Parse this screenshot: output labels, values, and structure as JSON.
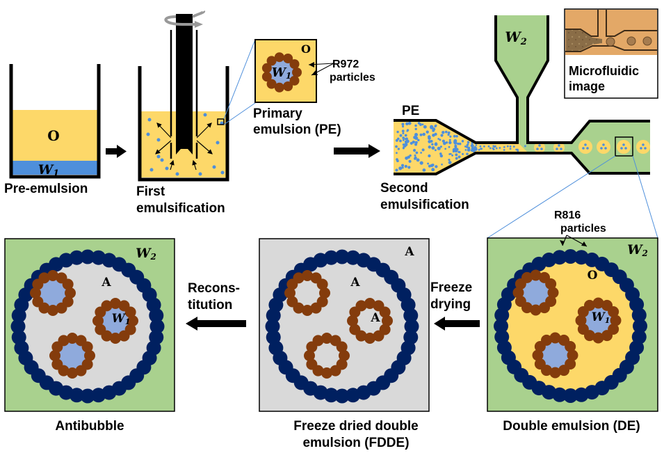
{
  "colors": {
    "oil": "#FDD869",
    "water1": "#4E8FDB",
    "water1_light": "#8FAADC",
    "water2": "#A9D18E",
    "air": "#D9D9D9",
    "r972": "#843C0C",
    "r816": "#002060",
    "zoom_line": "#4E8FDB",
    "outline": "#000000"
  },
  "stages": {
    "pre_emulsion": {
      "label": "Pre-emulsion",
      "oil_symbol": "O",
      "water_symbol": "W",
      "water_sub": "1"
    },
    "first_emulsification": {
      "label_line1": "First",
      "label_line2": "emulsification"
    },
    "primary_emulsion": {
      "label_line1": "Primary",
      "label_line2": "emulsion (PE)",
      "oil_symbol": "O",
      "water_symbol": "W",
      "water_sub": "1",
      "particles_line1": "R972",
      "particles_line2": "particles"
    },
    "second_emulsification": {
      "label_line1": "Second",
      "label_line2": "emulsification",
      "inlet_label": "PE",
      "w2_symbol": "W",
      "w2_sub": "2"
    },
    "microfluidic": {
      "label_line1": "Microfluidic",
      "label_line2": "image"
    },
    "double_emulsion": {
      "label": "Double emulsion (DE)",
      "particles_line1": "R816",
      "particles_line2": "particles",
      "outer_symbol": "W",
      "outer_sub": "2",
      "oil_symbol": "O",
      "water_symbol": "W",
      "water_sub": "1"
    },
    "freeze_drying": {
      "label_line1": "Freeze",
      "label_line2": "drying"
    },
    "fdde": {
      "label_line1": "Freeze dried double",
      "label_line2": "emulsion (FDDE)",
      "outer_symbol": "A",
      "inner_symbol": "A",
      "core_symbol": "A"
    },
    "reconstitution": {
      "label_line1": "Recons-",
      "label_line2": "titution"
    },
    "antibubble": {
      "label": "Antibubble",
      "outer_symbol": "W",
      "outer_sub": "2",
      "air_symbol": "A",
      "water_symbol": "W",
      "water_sub": "1"
    }
  }
}
